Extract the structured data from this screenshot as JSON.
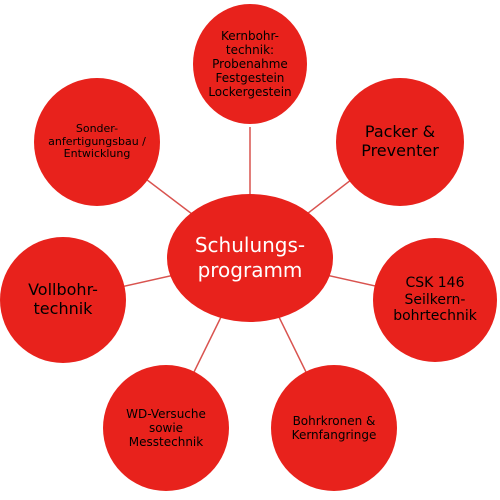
{
  "colors": {
    "node_fill": "#e8221c",
    "spoke": "#d9534f",
    "center_text": "#ffffff",
    "node_text": "#000000"
  },
  "center": {
    "label": "Schulungs-\nprogramm"
  },
  "nodes": [
    {
      "id": "kernbohrtechnik",
      "label": "Kernbohr-\ntechnik:\nProbenahme\nFestgestein\nLockergestein"
    },
    {
      "id": "packer-preventer",
      "label": "Packer &\nPreventer"
    },
    {
      "id": "csk146",
      "label": "CSK 146\nSeilkern-\nbohrtechnik"
    },
    {
      "id": "bohrkronen",
      "label": "Bohrkronen &\nKernfangringe"
    },
    {
      "id": "wd-versuche",
      "label": "WD-Versuche\nsowie\nMesstechnik"
    },
    {
      "id": "vollbohrtechnik",
      "label": "Vollbohr-\ntechnik"
    },
    {
      "id": "sonderanfertigungsbau",
      "label": "Sonder-\nanfertigungsbau /\nEntwicklung"
    }
  ]
}
